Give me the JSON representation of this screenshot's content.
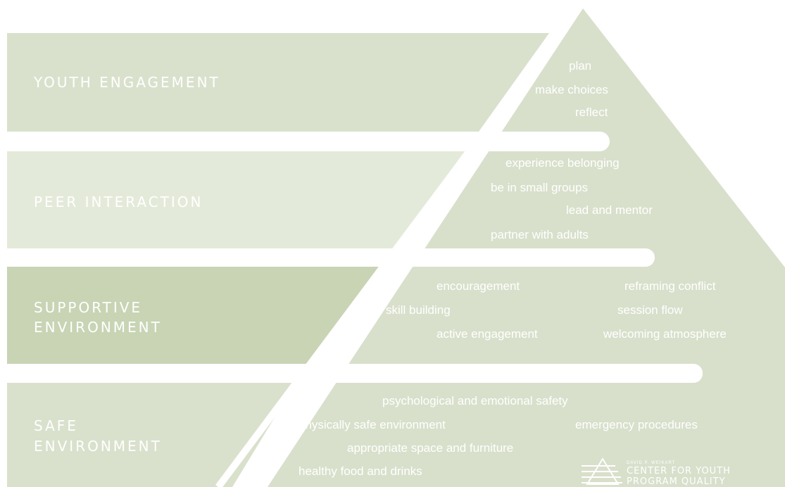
{
  "colors": {
    "band_light": "#d9e1cc",
    "band_lighter": "#e4ead9",
    "band_darker": "#c8d4b4",
    "pyramid": "#d8e0cb",
    "text": "#ffffff"
  },
  "levels": [
    {
      "id": "youth-engagement",
      "label_lines": [
        "YOUTH ENGAGEMENT"
      ],
      "items": [
        "plan",
        "make choices",
        "reflect"
      ]
    },
    {
      "id": "peer-interaction",
      "label_lines": [
        "PEER INTERACTION"
      ],
      "items": [
        "experience belonging",
        "be in small groups",
        "lead and mentor",
        "partner with adults"
      ]
    },
    {
      "id": "supportive-environment",
      "label_lines": [
        "SUPPORTIVE",
        "ENVIRONMENT"
      ],
      "items": [
        "encouragement",
        "reframing conflict",
        "skill building",
        "session flow",
        "active engagement",
        "welcoming atmosphere"
      ]
    },
    {
      "id": "safe-environment",
      "label_lines": [
        "SAFE",
        "ENVIRONMENT"
      ],
      "items": [
        "psychological and emotional safety",
        "physically safe environment",
        "emergency procedures",
        "appropriate space and furniture",
        "healthy food and drinks"
      ]
    }
  ],
  "logo": {
    "small_text": "DAVID P. WEIKART",
    "line1": "CENTER FOR YOUTH",
    "line2": "PROGRAM QUALITY"
  }
}
